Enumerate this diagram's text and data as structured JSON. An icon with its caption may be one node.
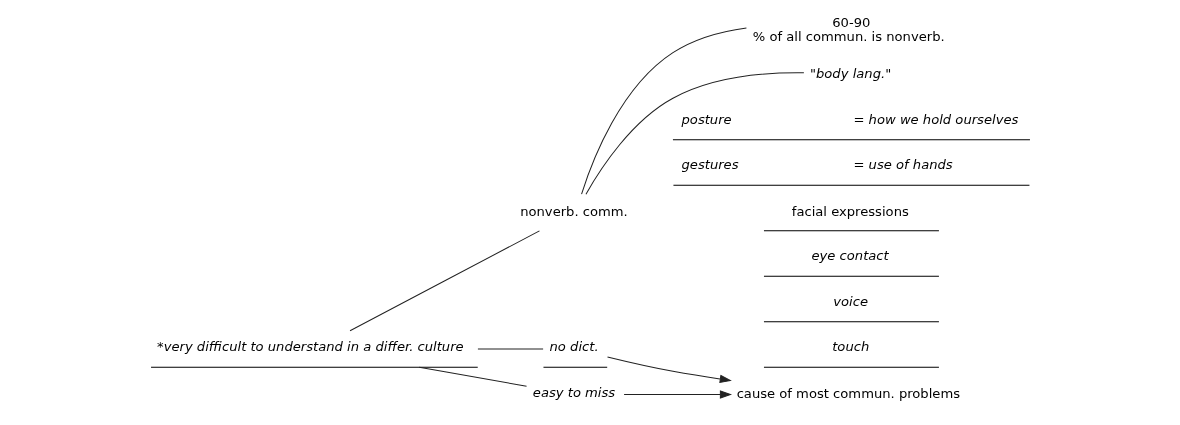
{
  "diagram": {
    "nodes": [
      {
        "text": [
          "*very difficult to understand in a differ. culture"
        ]
      },
      {
        "text": [
          "nonverb. comm."
        ]
      },
      {
        "text": [
          "60-90",
          "% of all commun. is nonverb."
        ]
      },
      {
        "text": [
          "\"body lang.\""
        ]
      },
      {
        "text": [
          "no dict."
        ]
      },
      {
        "text": [
          "easy to miss"
        ]
      },
      {
        "text": [
          "cause of most commun. problems"
        ]
      },
      {
        "text": [
          "posture",
          "= how we hold ourselves"
        ]
      },
      {
        "text": [
          "gestures",
          "= use of hands"
        ]
      },
      {
        "text": [
          "facial expressions"
        ]
      },
      {
        "text": [
          "eye contact"
        ]
      },
      {
        "text": [
          "voice"
        ]
      },
      {
        "text": [
          "touch"
        ]
      }
    ],
    "edges": [
      {
        "from": 0,
        "to": 4,
        "arrow": "none"
      },
      {
        "from": 0,
        "to": 5,
        "arrow": "none"
      },
      {
        "from": 0,
        "to": 1,
        "arrow": "none"
      },
      {
        "from": 1,
        "to": 2,
        "arrow": "none"
      },
      {
        "from": 1,
        "to": 3,
        "arrow": "none"
      },
      {
        "from": 4,
        "to": 6,
        "arrow": "to"
      },
      {
        "from": 5,
        "to": 6,
        "arrow": "to"
      }
    ]
  }
}
